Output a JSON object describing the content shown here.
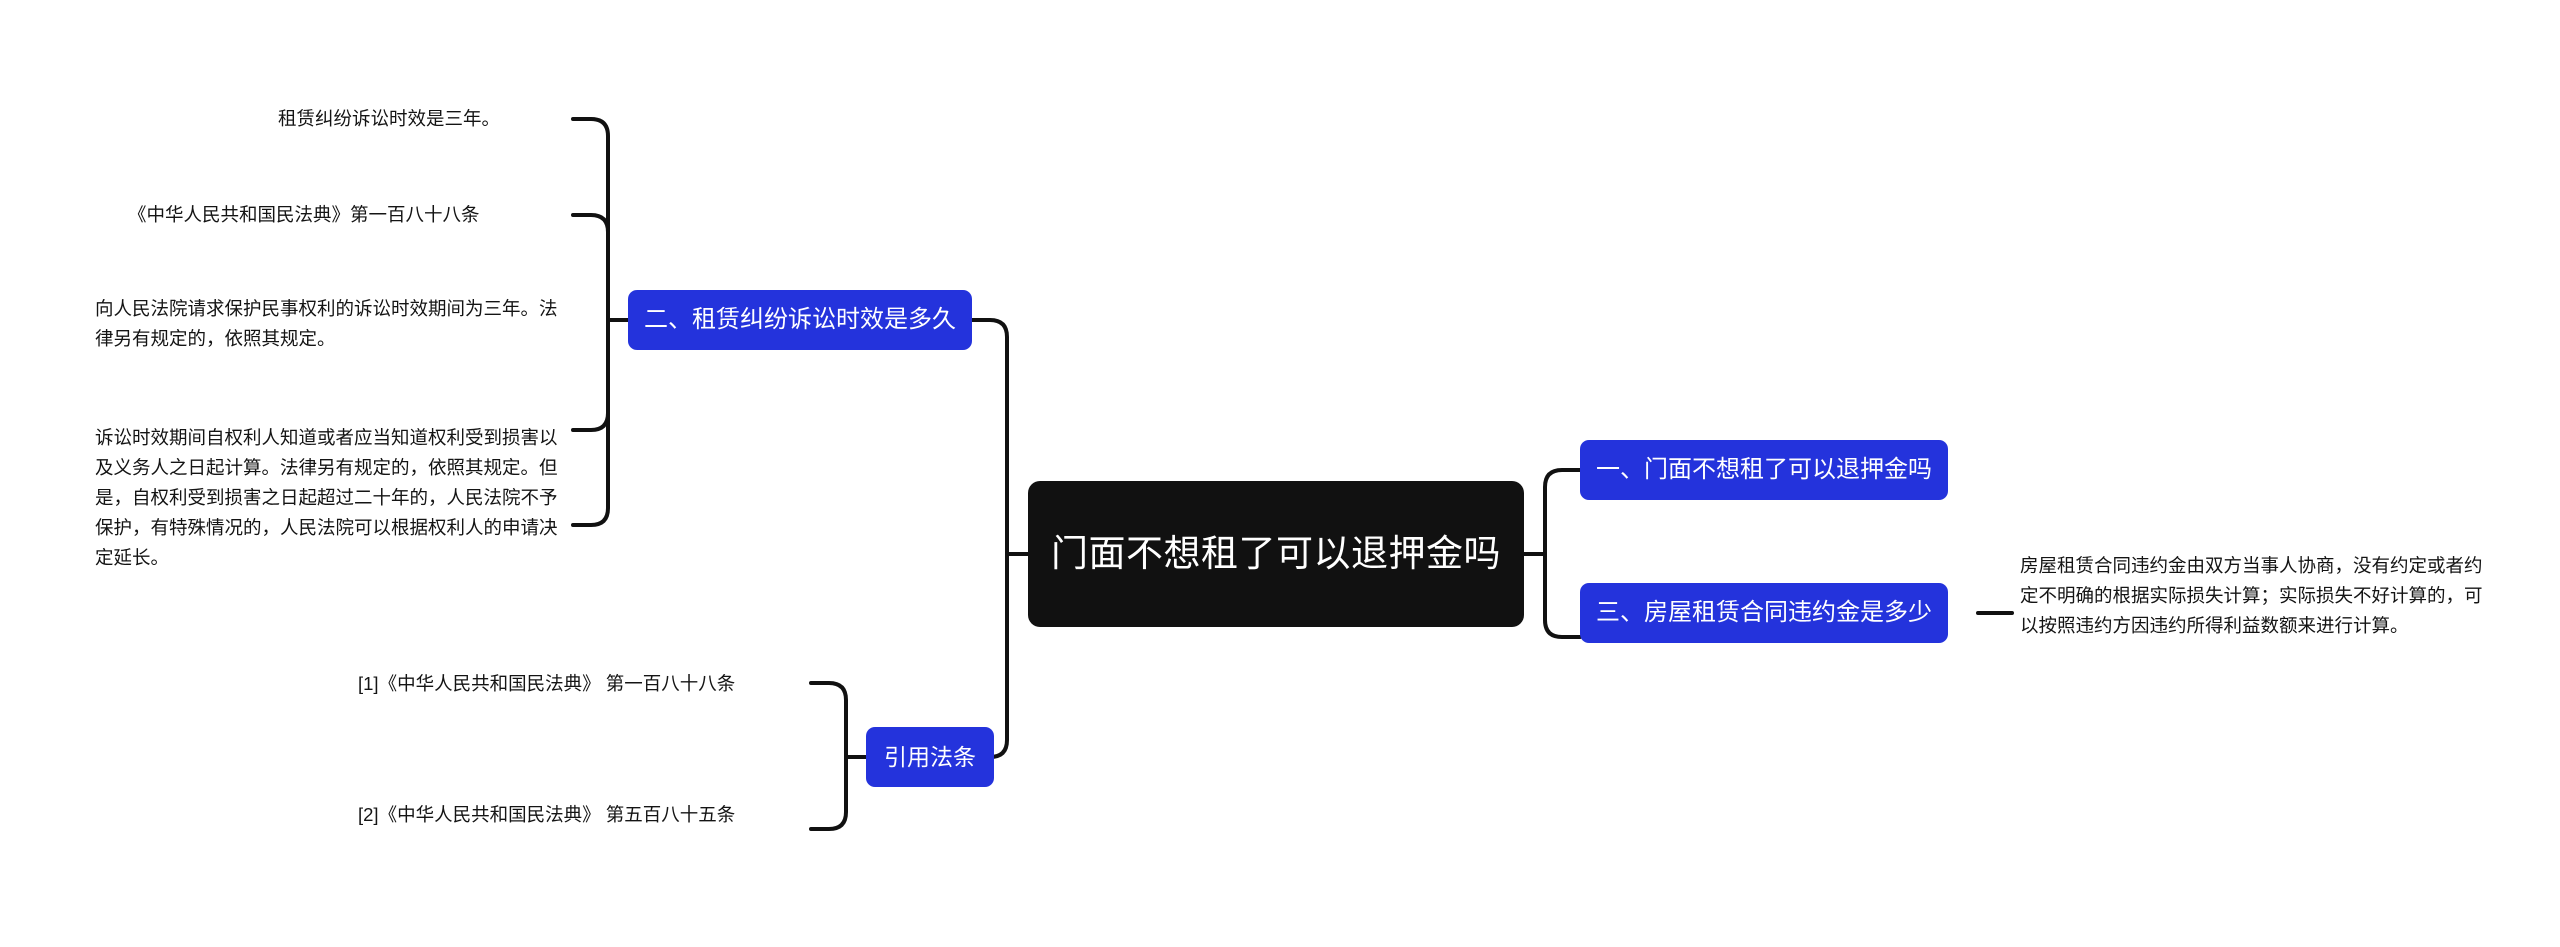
{
  "diagram": {
    "type": "mindmap",
    "title": "门面不想租了可以退押金吗",
    "colors": {
      "root_background": "#111111",
      "root_text": "#ffffff",
      "topic_background": "#2433dc",
      "topic_text": "#ffffff",
      "leaf_text": "#141414",
      "connector": "#111111",
      "canvas_background": "#ffffff"
    },
    "root": {
      "label": "门面不想租了可以退押金吗"
    },
    "branches": {
      "right": [
        {
          "id": "topic-one",
          "label": "一、门面不想租了可以退押金吗",
          "children": []
        },
        {
          "id": "topic-three",
          "label": "三、房屋租赁合同违约金是多少",
          "children": [
            {
              "id": "penalty-detail",
              "text": "房屋租赁合同违约金由双方当事人协商，没有约定或者约定不明确的根据实际损失计算；实际损失不好计算的，可以按照违约方因违约所得利益数额来进行计算。"
            }
          ]
        }
      ],
      "left": [
        {
          "id": "topic-two",
          "label": "二、租赁纠纷诉讼时效是多久",
          "children": [
            {
              "id": "limitation-summary",
              "text": "租赁纠纷诉讼时效是三年。"
            },
            {
              "id": "civil-code-188-title",
              "text": "《中华人民共和国民法典》第一百八十八条"
            },
            {
              "id": "civil-code-188-para1",
              "text": "向人民法院请求保护民事权利的诉讼时效期间为三年。法律另有规定的，依照其规定。"
            },
            {
              "id": "civil-code-188-para2",
              "text": "诉讼时效期间自权利人知道或者应当知道权利受到损害以及义务人之日起计算。法律另有规定的，依照其规定。但是，自权利受到损害之日起超过二十年的，人民法院不予保护，有特殊情况的，人民法院可以根据权利人的申请决定延长。"
            }
          ]
        },
        {
          "id": "topic-citations",
          "label": "引用法条",
          "children": [
            {
              "id": "citation-1",
              "text": "[1]《中华人民共和国民法典》 第一百八十八条"
            },
            {
              "id": "citation-2",
              "text": "[2]《中华人民共和国民法典》 第五百八十五条"
            }
          ]
        }
      ]
    }
  }
}
